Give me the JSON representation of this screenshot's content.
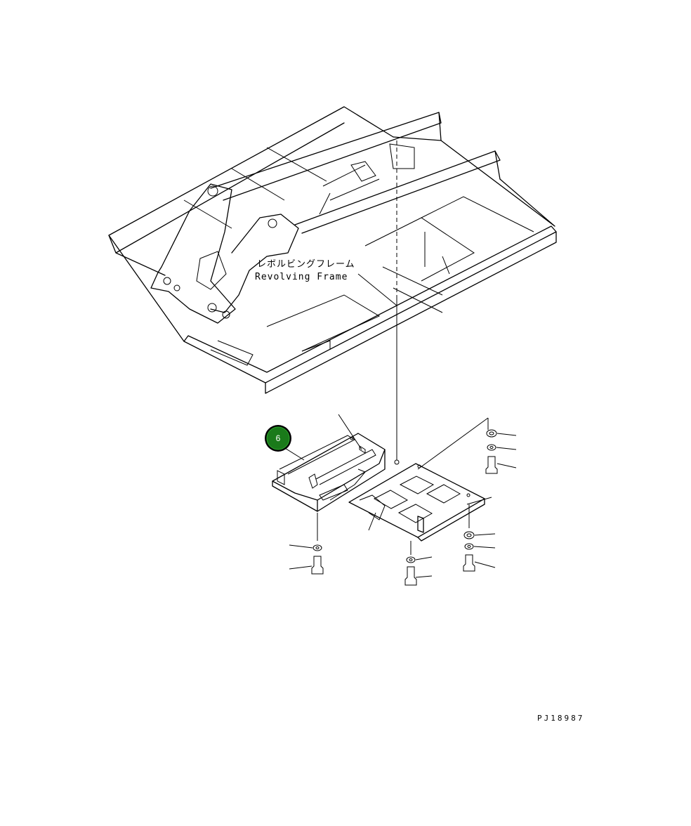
{
  "frame_label": {
    "line1": "レボルビングフレーム",
    "line2": "Revolving Frame"
  },
  "callout": {
    "number": "6",
    "color": "#1a7a1a"
  },
  "reference_code": "PJ18987"
}
